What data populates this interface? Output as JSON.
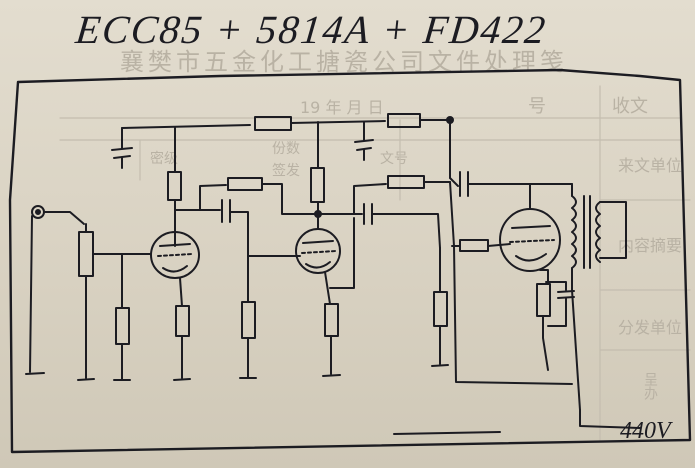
{
  "title": "ECC85 + 5814A + FD422",
  "supply_voltage": "440V",
  "form": {
    "header": "襄樊市五金化工搪瓷公司文件处理笺",
    "received_label": "收文",
    "number_label": "号",
    "date_label": "19  年  月  日",
    "source_unit": "来文单位",
    "content": "内容摘要",
    "distribution": "分发单位",
    "grade": "密级",
    "copies": "份数",
    "doc_no": "文号",
    "sender": "签发",
    "remark": "呈办"
  },
  "colors": {
    "ink": "#1c1c22",
    "paper": "#dcd5c5",
    "form_print": "#b9b2a4"
  }
}
